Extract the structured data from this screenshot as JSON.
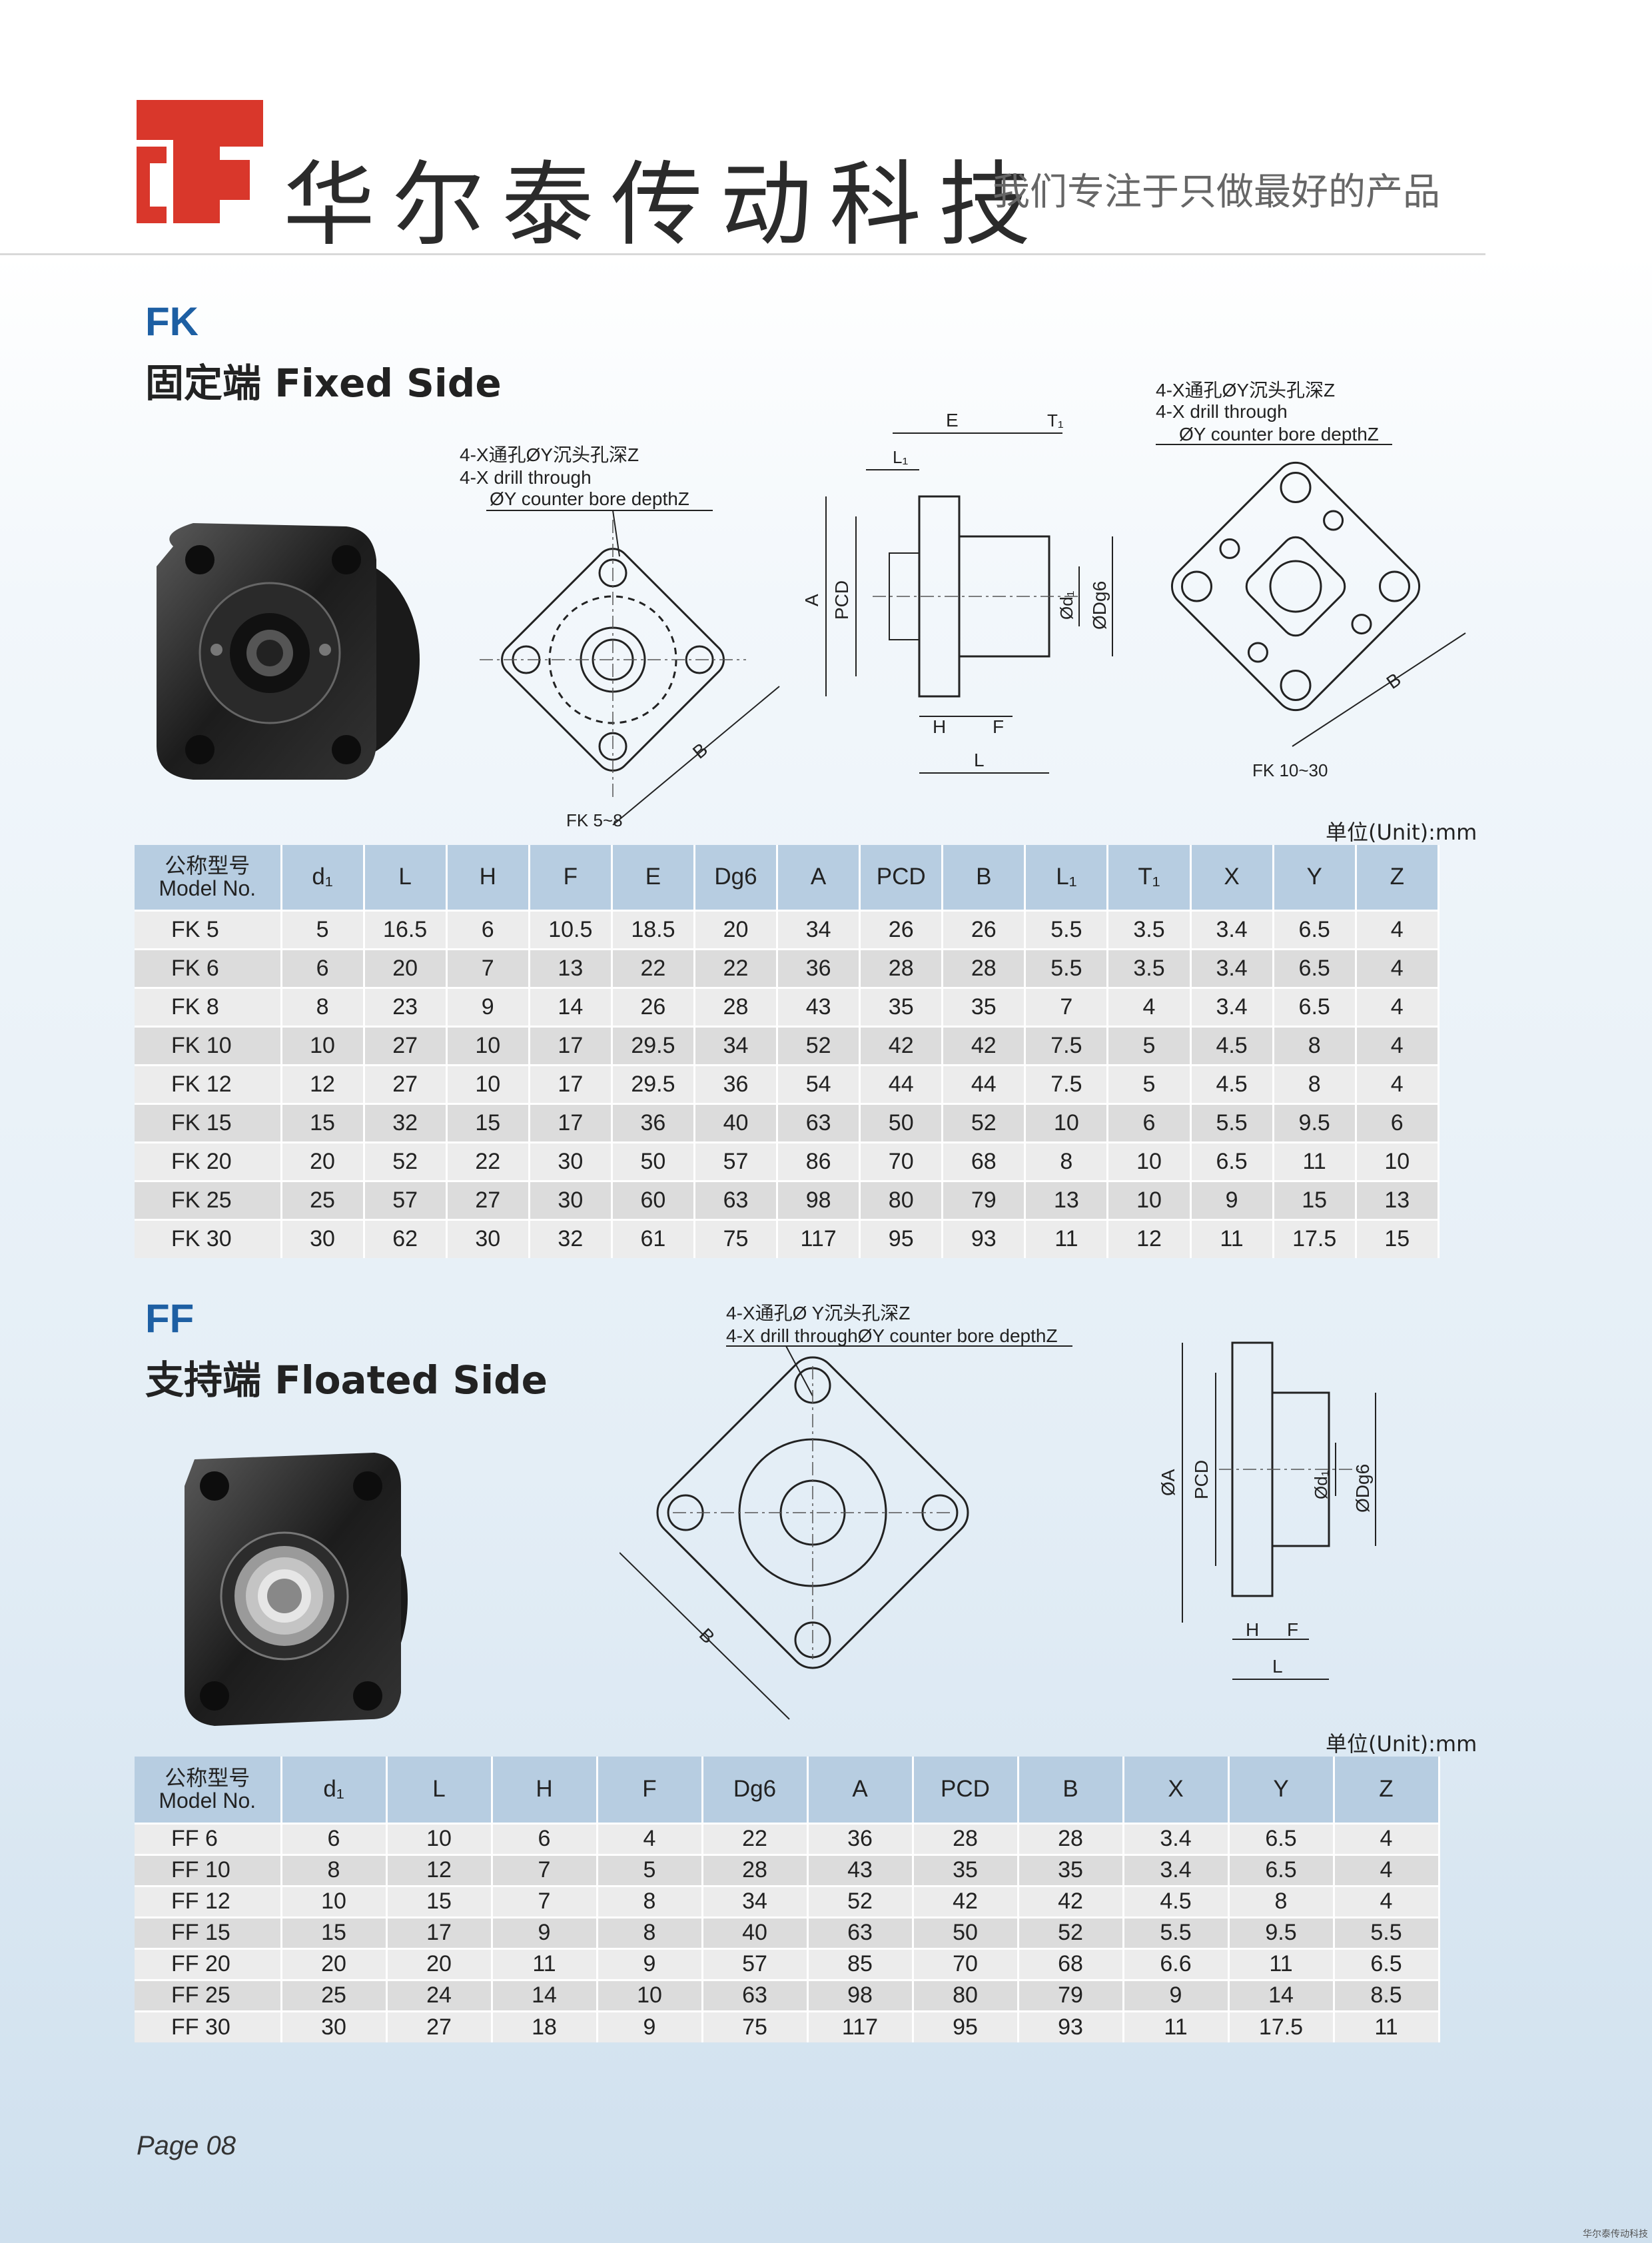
{
  "header": {
    "brand": "华尔泰传动科技",
    "slogan": "我们专注于只做最好的产品"
  },
  "fk": {
    "code": "FK",
    "title": "固定端  Fixed Side",
    "drawing": {
      "note_cn": "4-X通孔ØY沉头孔深Z",
      "note_en1": "4-X drill through",
      "note_en2": "ØY counter bore depthZ",
      "note_right_en2": "ØY counter bore depthZ",
      "label_small": "FK 5~8",
      "label_large": "FK 10~30",
      "dims": {
        "E": "E",
        "T1": "T₁",
        "L1": "L₁",
        "A": "A",
        "PCD": "PCD",
        "d1": "Ød₁",
        "Dg6": "ØDg6",
        "H": "H",
        "F": "F",
        "L": "L",
        "B": "B"
      }
    },
    "unit": "单位(Unit):mm",
    "table": {
      "header_cn": "公称型号",
      "header_en": "Model No.",
      "columns": [
        "d₁",
        "L",
        "H",
        "F",
        "E",
        "Dg6",
        "A",
        "PCD",
        "B",
        "L₁",
        "T₁",
        "X",
        "Y",
        "Z"
      ],
      "rows": [
        [
          "FK 5",
          "5",
          "16.5",
          "6",
          "10.5",
          "18.5",
          "20",
          "34",
          "26",
          "26",
          "5.5",
          "3.5",
          "3.4",
          "6.5",
          "4"
        ],
        [
          "FK 6",
          "6",
          "20",
          "7",
          "13",
          "22",
          "22",
          "36",
          "28",
          "28",
          "5.5",
          "3.5",
          "3.4",
          "6.5",
          "4"
        ],
        [
          "FK 8",
          "8",
          "23",
          "9",
          "14",
          "26",
          "28",
          "43",
          "35",
          "35",
          "7",
          "4",
          "3.4",
          "6.5",
          "4"
        ],
        [
          "FK 10",
          "10",
          "27",
          "10",
          "17",
          "29.5",
          "34",
          "52",
          "42",
          "42",
          "7.5",
          "5",
          "4.5",
          "8",
          "4"
        ],
        [
          "FK 12",
          "12",
          "27",
          "10",
          "17",
          "29.5",
          "36",
          "54",
          "44",
          "44",
          "7.5",
          "5",
          "4.5",
          "8",
          "4"
        ],
        [
          "FK 15",
          "15",
          "32",
          "15",
          "17",
          "36",
          "40",
          "63",
          "50",
          "52",
          "10",
          "6",
          "5.5",
          "9.5",
          "6"
        ],
        [
          "FK 20",
          "20",
          "52",
          "22",
          "30",
          "50",
          "57",
          "86",
          "70",
          "68",
          "8",
          "10",
          "6.5",
          "11",
          "10"
        ],
        [
          "FK 25",
          "25",
          "57",
          "27",
          "30",
          "60",
          "63",
          "98",
          "80",
          "79",
          "13",
          "10",
          "9",
          "15",
          "13"
        ],
        [
          "FK 30",
          "30",
          "62",
          "30",
          "32",
          "61",
          "75",
          "117",
          "95",
          "93",
          "11",
          "12",
          "11",
          "17.5",
          "15"
        ]
      ]
    }
  },
  "ff": {
    "code": "FF",
    "title": "支持端  Floated Side",
    "drawing": {
      "note_cn": "4-X通孔Ø Y沉头孔深Z",
      "note_en": "4-X drill throughØY counter bore depthZ",
      "dims": {
        "A": "ØA",
        "PCD": "PCD",
        "d1": "Ød₁",
        "Dg6": "ØDg6",
        "H": "H",
        "F": "F",
        "L": "L",
        "B": "B"
      }
    },
    "unit": "单位(Unit):mm",
    "table": {
      "header_cn": "公称型号",
      "header_en": "Model No.",
      "columns": [
        "d₁",
        "L",
        "H",
        "F",
        "Dg6",
        "A",
        "PCD",
        "B",
        "X",
        "Y",
        "Z"
      ],
      "rows": [
        [
          "FF 6",
          "6",
          "10",
          "6",
          "4",
          "22",
          "36",
          "28",
          "28",
          "3.4",
          "6.5",
          "4"
        ],
        [
          "FF 10",
          "8",
          "12",
          "7",
          "5",
          "28",
          "43",
          "35",
          "35",
          "3.4",
          "6.5",
          "4"
        ],
        [
          "FF 12",
          "10",
          "15",
          "7",
          "8",
          "34",
          "52",
          "42",
          "42",
          "4.5",
          "8",
          "4"
        ],
        [
          "FF 15",
          "15",
          "17",
          "9",
          "8",
          "40",
          "63",
          "50",
          "52",
          "5.5",
          "9.5",
          "5.5"
        ],
        [
          "FF 20",
          "20",
          "20",
          "11",
          "9",
          "57",
          "85",
          "70",
          "68",
          "6.6",
          "11",
          "6.5"
        ],
        [
          "FF 25",
          "25",
          "24",
          "14",
          "10",
          "63",
          "98",
          "80",
          "79",
          "9",
          "14",
          "8.5"
        ],
        [
          "FF 30",
          "30",
          "27",
          "18",
          "9",
          "75",
          "117",
          "95",
          "93",
          "11",
          "17.5",
          "11"
        ]
      ]
    }
  },
  "footer": {
    "page": "Page 08",
    "corner": "华尔泰传动科技"
  },
  "colors": {
    "logo_red": "#d9372b",
    "accent_blue": "#1d5fa3",
    "table_header": "#b7cde1"
  }
}
